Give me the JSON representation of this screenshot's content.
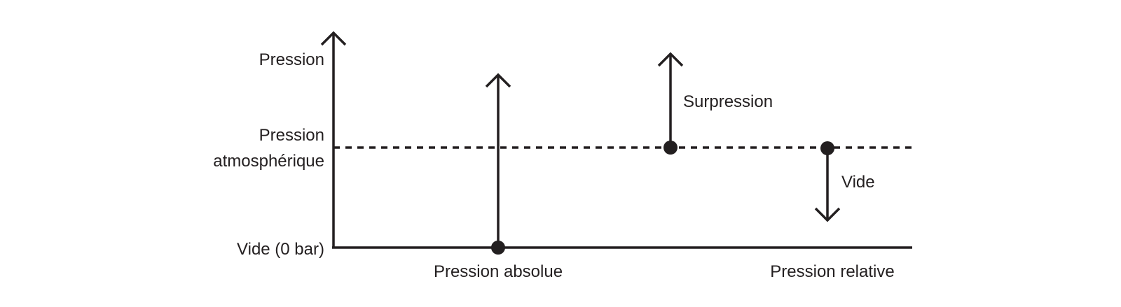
{
  "diagram": {
    "y_axis_label": "Pression",
    "atmospheric_label_line1": "Pression",
    "atmospheric_label_line2": "atmosphérique",
    "vacuum_zero_label": "Vide (0 bar)",
    "overpressure_label": "Surpression",
    "vacuum_label": "Vide",
    "absolute_pressure_label": "Pression absolue",
    "relative_pressure_label": "Pression relative"
  },
  "colors": {
    "ink": "#231f20",
    "background": "#ffffff"
  }
}
